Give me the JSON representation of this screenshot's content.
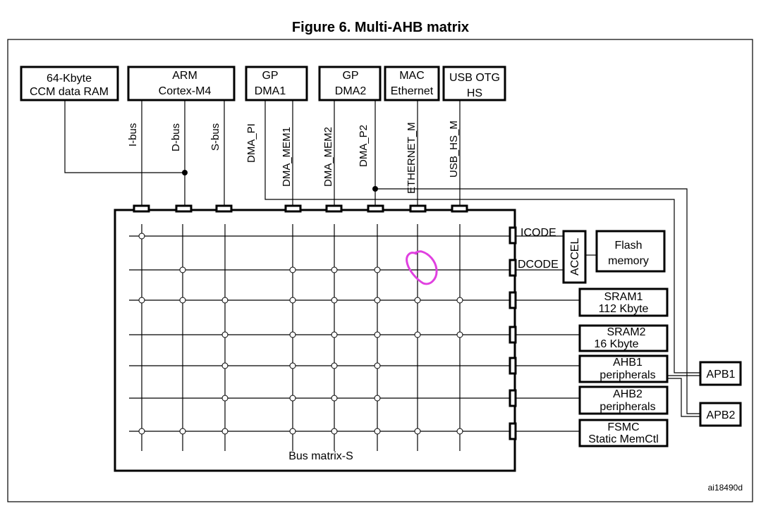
{
  "figure": {
    "title": "Figure 6. Multi-AHB matrix",
    "ref_code": "ai18490d"
  },
  "masters": [
    {
      "id": "ccm",
      "line1": "64-Kbyte",
      "line2": "CCM data RAM"
    },
    {
      "id": "cortex",
      "line1": "ARM",
      "line2": "Cortex-M4"
    },
    {
      "id": "dma1",
      "line1": "GP",
      "line2": "DMA1"
    },
    {
      "id": "dma2",
      "line1": "GP",
      "line2": "DMA2"
    },
    {
      "id": "mac",
      "line1": "MAC",
      "line2": "Ethernet"
    },
    {
      "id": "usb",
      "line1": "USB OTG",
      "line2": "HS"
    }
  ],
  "buses": [
    "I-bus",
    "D-bus",
    "S-bus",
    "DMA_PI",
    "DMA_MEM1",
    "DMA_MEM2",
    "DMA_P2",
    "ETHERNET_M",
    "USB_HS_M"
  ],
  "matrix_label": "Bus matrix-S",
  "slave_ports": {
    "icode": "ICODE",
    "dcode": "DCODE"
  },
  "accel_label": "ACCEL",
  "slaves": [
    {
      "id": "flash",
      "line1": "Flash",
      "line2": "memory"
    },
    {
      "id": "sram1",
      "line1": "SRAM1",
      "line2": "112 Kbyte"
    },
    {
      "id": "sram2",
      "line1": "SRAM2",
      "line2": "16 Kbyte"
    },
    {
      "id": "ahb1",
      "line1": "AHB1",
      "line2": "peripherals"
    },
    {
      "id": "ahb2",
      "line1": "AHB2",
      "line2": "peripherals"
    },
    {
      "id": "fsmc",
      "line1": "FSMC",
      "line2": "Static MemCtl"
    }
  ],
  "apb": [
    "APB1",
    "APB2"
  ],
  "annotation": {
    "color": "#e040e0"
  }
}
